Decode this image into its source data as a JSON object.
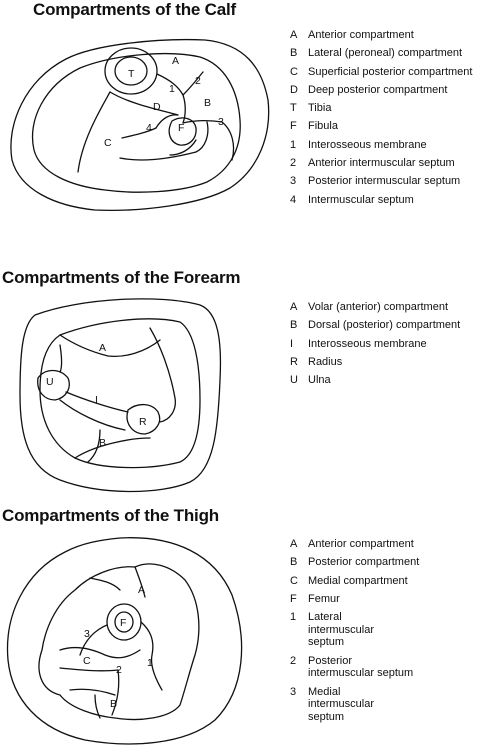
{
  "calf": {
    "title": "Compartments of the Calf",
    "diagram_labels": {
      "T": "T",
      "A": "A",
      "one": "1",
      "two": "2",
      "D": "D",
      "B": "B",
      "four": "4",
      "F": "F",
      "three": "3",
      "C": "C"
    },
    "legend": [
      {
        "key": "A",
        "text": "Anterior compartment"
      },
      {
        "key": "B",
        "text": "Lateral (peroneal) compartment"
      },
      {
        "key": "C",
        "text": "Superficial posterior compartment"
      },
      {
        "key": "D",
        "text": "Deep posterior compartment"
      },
      {
        "key": "T",
        "text": "Tibia"
      },
      {
        "key": "F",
        "text": "Fibula"
      },
      {
        "key": "1",
        "text": "Interosseous membrane"
      },
      {
        "key": "2",
        "text": "Anterior intermuscular septum"
      },
      {
        "key": "3",
        "text": "Posterior intermuscular septum"
      },
      {
        "key": "4",
        "text": "Intermuscular septum"
      }
    ]
  },
  "forearm": {
    "title": "Compartments of the Forearm",
    "diagram_labels": {
      "A": "A",
      "U": "U",
      "I": "I",
      "R": "R",
      "B": "B"
    },
    "legend": [
      {
        "key": "A",
        "text": "Volar (anterior) compartment"
      },
      {
        "key": "B",
        "text": "Dorsal (posterior) compartment"
      },
      {
        "key": "I",
        "text": "Interosseous membrane"
      },
      {
        "key": "R",
        "text": "Radius"
      },
      {
        "key": "U",
        "text": "Ulna"
      }
    ]
  },
  "thigh": {
    "title": "Compartments of the Thigh",
    "diagram_labels": {
      "A": "A",
      "F": "F",
      "three": "3",
      "C": "C",
      "two": "2",
      "one": "1",
      "B": "B"
    },
    "legend": [
      {
        "key": "A",
        "text": "Anterior compartment"
      },
      {
        "key": "B",
        "text": "Posterior compartment"
      },
      {
        "key": "C",
        "text": "Medial compartment"
      },
      {
        "key": "F",
        "text": "Femur"
      },
      {
        "key": "1",
        "text": "Lateral intermuscular septum"
      },
      {
        "key": "2",
        "text": "Posterior intermuscular septum"
      },
      {
        "key": "3",
        "text": "Medial intermuscular septum"
      }
    ]
  }
}
